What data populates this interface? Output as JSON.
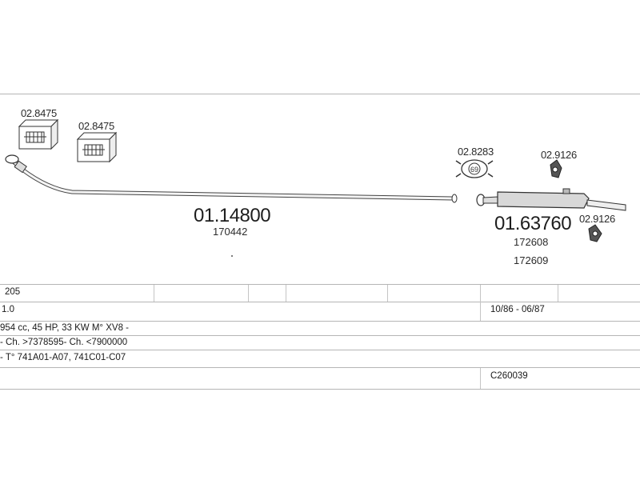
{
  "parts": {
    "bracket_left": {
      "code": "02.8475"
    },
    "bracket_right": {
      "code": "02.8475"
    },
    "front_pipe": {
      "code": "01.14800",
      "ref": "170442"
    },
    "clamp": {
      "code": "02.8283",
      "badge": "69"
    },
    "rubber_top": {
      "code": "02.9126"
    },
    "rear_muffler": {
      "code": "01.63760",
      "refs": [
        "172608",
        "172609"
      ]
    },
    "rubber_bottom": {
      "code": "02.9126"
    }
  },
  "vehicle": {
    "model": "205",
    "engine": "1.0",
    "period": "10/86 - 06/87",
    "spec": "954 cc, 45 HP, 33 KW M° XV8 -",
    "chassis": "- Ch. >7378595- Ch. <7900000",
    "types": "- T° 741A01-A07, 741C01-C07",
    "catalog_no": "C260039"
  }
}
